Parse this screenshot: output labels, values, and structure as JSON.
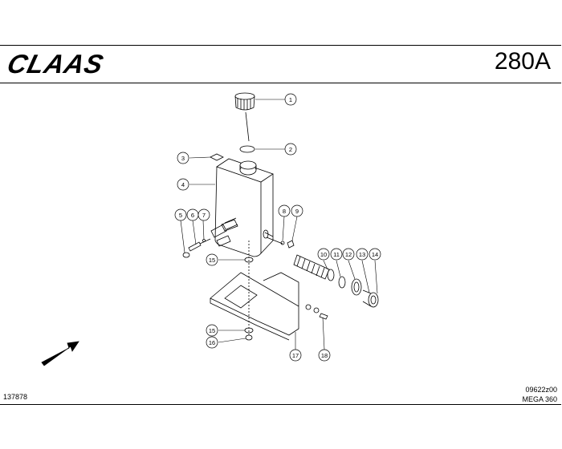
{
  "header": {
    "logo": "CLAAS",
    "page_code": "280A"
  },
  "footer": {
    "left_code": "137878",
    "drawing_code": "09622z00",
    "model": "MEGA 360"
  },
  "callouts": [
    "1",
    "2",
    "3",
    "4",
    "5",
    "6",
    "7",
    "8",
    "9",
    "10",
    "11",
    "12",
    "13",
    "14",
    "15",
    "15",
    "16",
    "17",
    "18"
  ]
}
